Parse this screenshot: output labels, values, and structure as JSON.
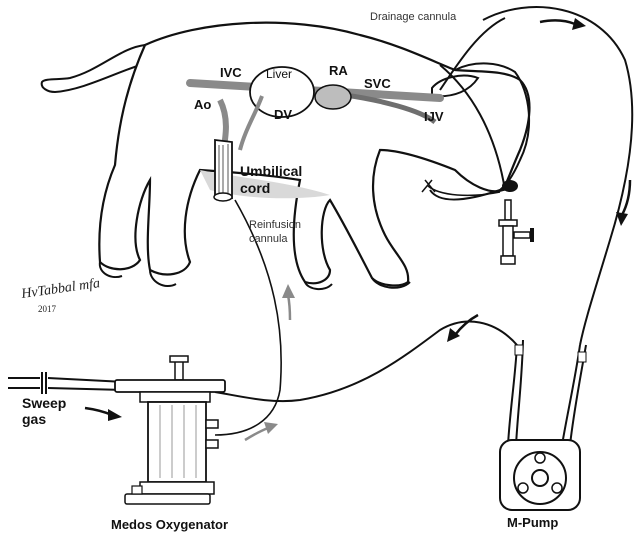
{
  "labels": {
    "drainage_cannula": "Drainage cannula",
    "ivc": "IVC",
    "liver": "Liver",
    "ra": "RA",
    "svc": "SVC",
    "ao": "Ao",
    "dv": "DV",
    "ijv": "IJV",
    "umbilical_cord_line1": "Umbilical",
    "umbilical_cord_line2": "cord",
    "reinfusion_cannula_line1": "Reinfusion",
    "reinfusion_cannula_line2": "cannula",
    "sweep_gas_line1": "Sweep",
    "sweep_gas_line2": "gas",
    "medos_oxygenator": "Medos Oxygenator",
    "m_pump": "M-Pump"
  },
  "signature": {
    "text": "HvTabbal mfa",
    "year": "2017"
  },
  "colors": {
    "line": "#111111",
    "body_fill": "#ffffff",
    "vessel_grey": "#8a8a8a",
    "vessel_light": "#bdbdbd",
    "shadow": "#d9d9d9"
  }
}
